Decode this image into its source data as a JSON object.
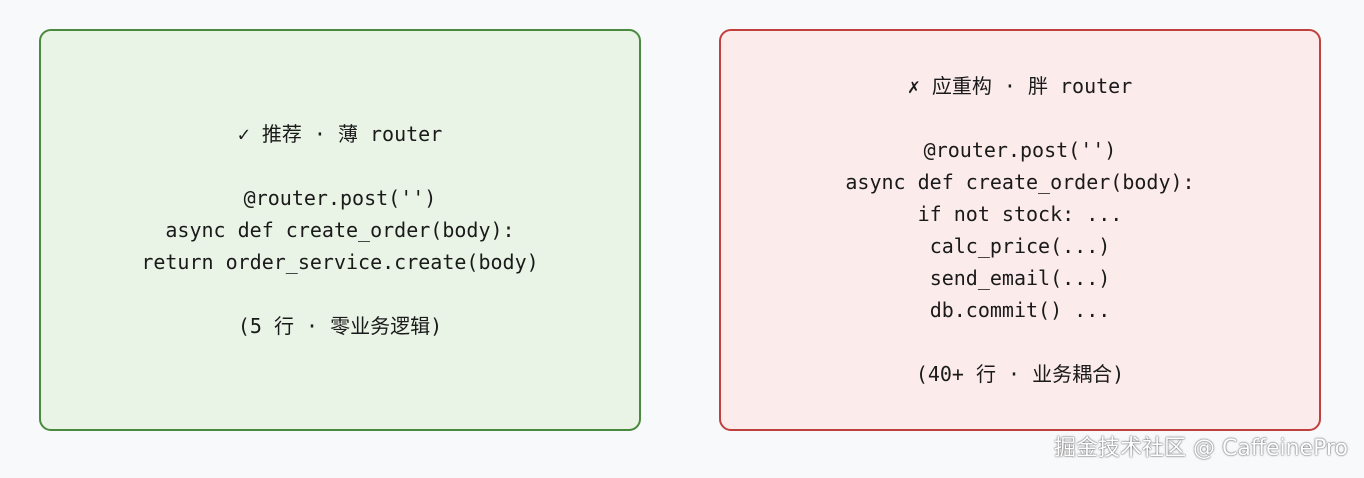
{
  "good_card": {
    "title": "✓ 推荐 · 薄 router",
    "code": [
      "@router.post('')",
      "async def create_order(body):",
      "return order_service.create(body)"
    ],
    "note": "(5 行 · 零业务逻辑)",
    "border_color": "#4a8a3e",
    "background_color": "#e9f4e6"
  },
  "bad_card": {
    "title": "✗ 应重构 · 胖 router",
    "code": [
      "@router.post('')",
      "async def create_order(body):",
      "if not stock: ...",
      "calc_price(...)",
      "send_email(...)",
      "db.commit() ..."
    ],
    "note": "(40+ 行 · 业务耦合)",
    "border_color": "#c0403e",
    "background_color": "#fcebeb"
  },
  "watermark": {
    "text": "掘金技术社区 @ CaffeinePro"
  }
}
